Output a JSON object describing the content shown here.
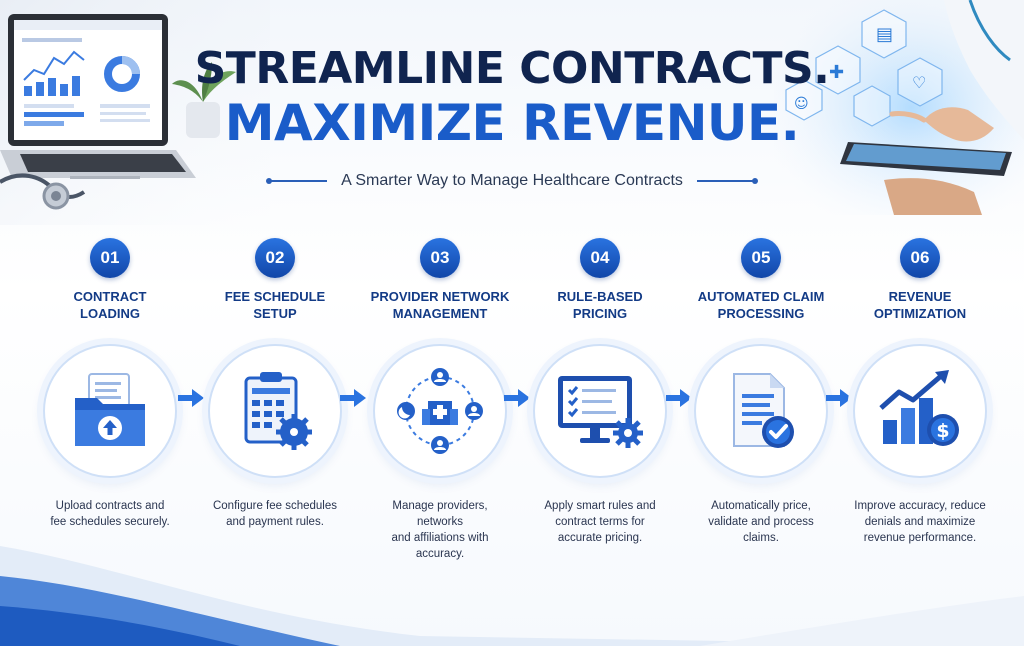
{
  "header": {
    "title_line1": "STREAMLINE CONTRACTS.",
    "title_line2": "MAXIMIZE REVENUE.",
    "subtitle": "A Smarter Way to Manage Healthcare Contracts"
  },
  "colors": {
    "navy": "#10244f",
    "brand_blue": "#1a5cc9",
    "accent_blue": "#2a73e0"
  },
  "steps": [
    {
      "number": "01",
      "title_line1": "CONTRACT",
      "title_line2": "LOADING",
      "icon": "folder-upload-icon",
      "desc_line1": "Upload contracts and",
      "desc_line2": "fee schedules securely.",
      "desc_line3": ""
    },
    {
      "number": "02",
      "title_line1": "FEE SCHEDULE",
      "title_line2": "SETUP",
      "icon": "clipboard-gear-icon",
      "desc_line1": "Configure fee schedules",
      "desc_line2": "and payment rules.",
      "desc_line3": ""
    },
    {
      "number": "03",
      "title_line1": "PROVIDER NETWORK",
      "title_line2": "MANAGEMENT",
      "icon": "provider-network-icon",
      "desc_line1": "Manage providers, networks",
      "desc_line2": "and affiliations with",
      "desc_line3": "accuracy."
    },
    {
      "number": "04",
      "title_line1": "RULE-BASED",
      "title_line2": "PRICING",
      "icon": "monitor-checklist-icon",
      "desc_line1": "Apply smart rules and",
      "desc_line2": "contract terms for",
      "desc_line3": "accurate pricing."
    },
    {
      "number": "05",
      "title_line1": "AUTOMATED CLAIM",
      "title_line2": "PROCESSING",
      "icon": "document-check-icon",
      "desc_line1": "Automatically price,",
      "desc_line2": "validate and process",
      "desc_line3": "claims."
    },
    {
      "number": "06",
      "title_line1": "REVENUE",
      "title_line2": "OPTIMIZATION",
      "icon": "growth-chart-dollar-icon",
      "desc_line1": "Improve accuracy, reduce",
      "desc_line2": "denials and maximize",
      "desc_line3": "revenue performance."
    }
  ]
}
